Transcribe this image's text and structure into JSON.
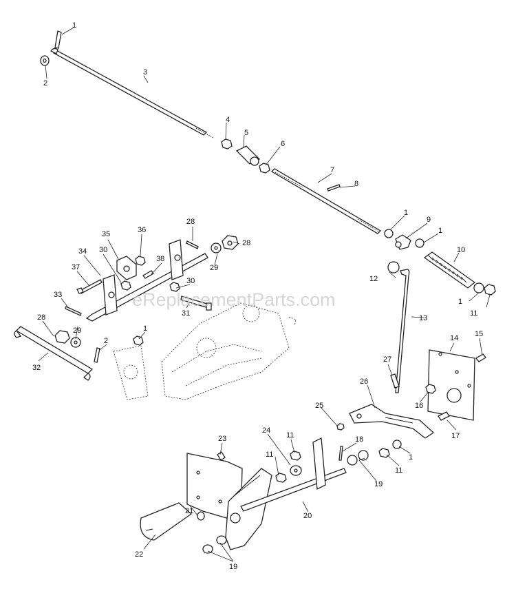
{
  "watermark": "eReplacementParts.com",
  "callouts": [
    "1",
    "2",
    "3",
    "4",
    "5",
    "6",
    "7",
    "8",
    "1",
    "9",
    "1",
    "10",
    "12",
    "13",
    "1",
    "11",
    "28",
    "36",
    "35",
    "30",
    "38",
    "34",
    "37",
    "28",
    "29",
    "30",
    "33",
    "31",
    "28",
    "29",
    "1",
    "2",
    "32",
    "14",
    "15",
    "27",
    "16",
    "17",
    "26",
    "25",
    "23",
    "24",
    "11",
    "18",
    "11",
    "1",
    "11",
    "19",
    "20",
    "21",
    "22",
    "19"
  ]
}
